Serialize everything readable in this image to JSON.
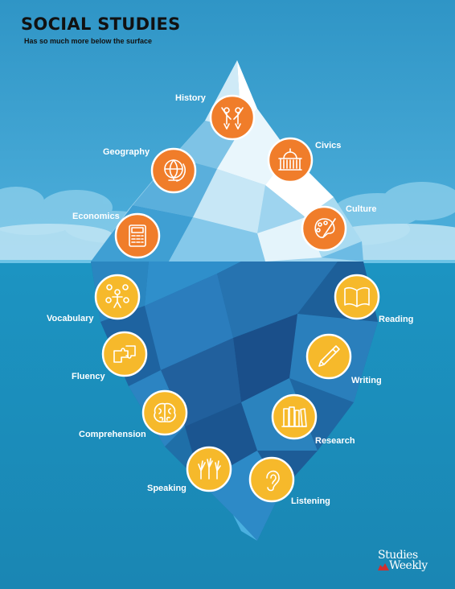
{
  "header": {
    "title": "SOCIAL STUDIES",
    "subtitle": "Has so much more below the surface"
  },
  "colors": {
    "sky": "#3a9bcb",
    "water": "#1a8fbd",
    "above_badge": "#f07d2a",
    "below_badge": "#f6b92b",
    "logo_mark": "#d12e2e"
  },
  "above_surface": [
    {
      "label": "History",
      "icon": "people-raising-hands-icon"
    },
    {
      "label": "Civics",
      "icon": "capitol-building-icon"
    },
    {
      "label": "Geography",
      "icon": "globe-icon"
    },
    {
      "label": "Culture",
      "icon": "paint-palette-icon"
    },
    {
      "label": "Economics",
      "icon": "calculator-icon"
    }
  ],
  "below_surface": [
    {
      "label": "Vocabulary",
      "icon": "figure-with-ideas-icon"
    },
    {
      "label": "Reading",
      "icon": "open-book-icon"
    },
    {
      "label": "Fluency",
      "icon": "puzzle-pieces-icon"
    },
    {
      "label": "Writing",
      "icon": "pencil-icon"
    },
    {
      "label": "Comprehension",
      "icon": "brain-icon"
    },
    {
      "label": "Research",
      "icon": "books-icon"
    },
    {
      "label": "Speaking",
      "icon": "raised-hands-icon"
    },
    {
      "label": "Listening",
      "icon": "ear-icon"
    }
  ],
  "brand": {
    "line1": "Studies",
    "line2": "Weekly"
  }
}
